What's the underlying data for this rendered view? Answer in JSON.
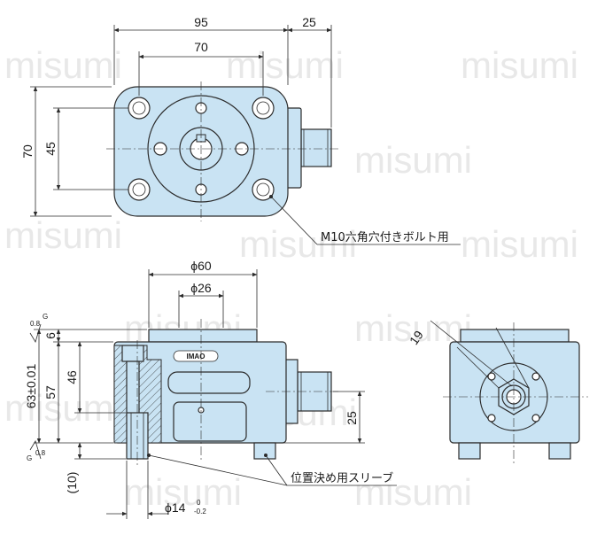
{
  "watermark": "misumi",
  "top_view": {
    "dim_overall_width": "95",
    "dim_offset": "25",
    "dim_hole_pitch_x": "70",
    "dim_overall_height": "70",
    "dim_hole_pitch_y": "45",
    "callout": "M10六角穴付きボルト用"
  },
  "front_view": {
    "dim_outer_dia": "ϕ60",
    "dim_inner_dia": "ϕ26",
    "dim_top": "6",
    "dim_height": "63±0.01",
    "dim_57": "57",
    "dim_46": "46",
    "dim_25": "25",
    "dim_10": "(10)",
    "dim_sleeve_dia": "ϕ14",
    "tol_upper": "0",
    "tol_lower": "-0.2",
    "surface_top_val": "0.8",
    "surface_top_sym": "G",
    "surface_bottom_val": "0.8",
    "surface_bottom_sym": "G",
    "logo": "IMAO",
    "callout": "位置決め用スリーブ"
  },
  "side_view": {
    "dim_hex": "19"
  },
  "colors": {
    "body": "#c9e3f3",
    "line": "#2b2b2b",
    "watermark": "#d6d6d6"
  }
}
